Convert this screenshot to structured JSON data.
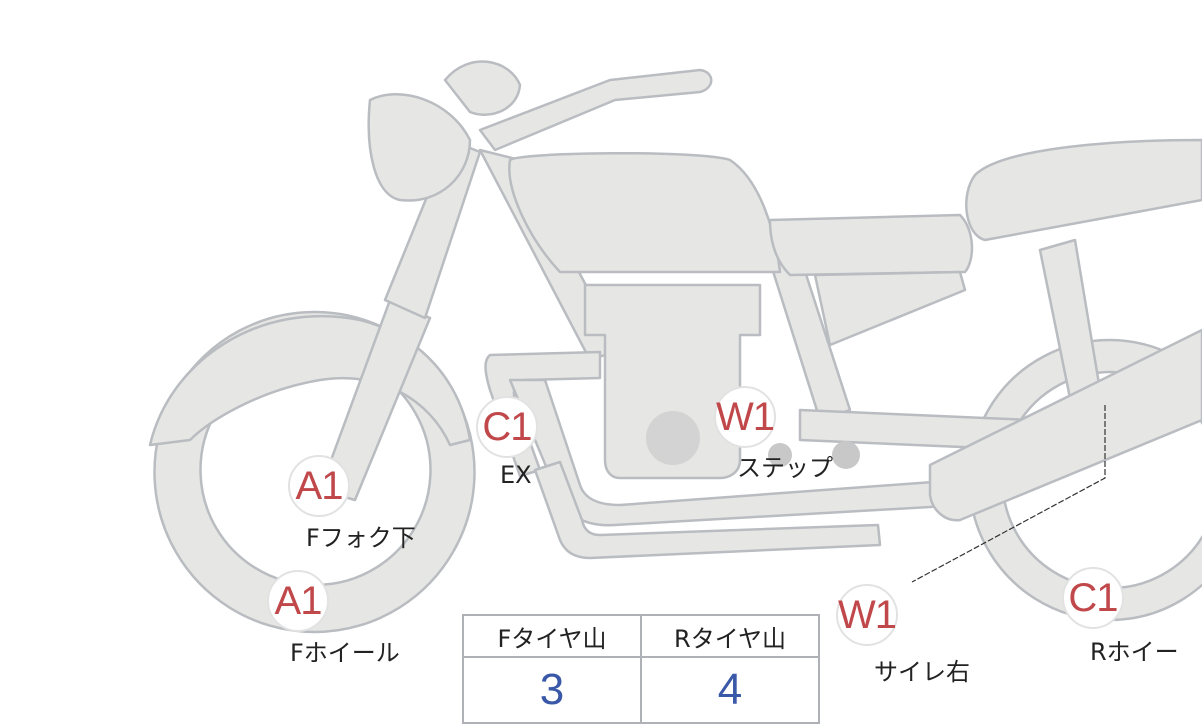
{
  "colors": {
    "body_fill": "#e6e6e4",
    "body_stroke": "#b9bcc0",
    "marker_text": "#c0474a",
    "value_text": "#3a58a8"
  },
  "markers": [
    {
      "code": "A1",
      "label": "Fフォク下"
    },
    {
      "code": "A1",
      "label": "Fホイール"
    },
    {
      "code": "C1",
      "label": "EX"
    },
    {
      "code": "W1",
      "label": "ステップ"
    },
    {
      "code": "W1",
      "label": "サイレ右"
    },
    {
      "code": "C1",
      "label": "Rホイー"
    }
  ],
  "tire_table": {
    "headers": [
      "Fタイヤ山",
      "Rタイヤ山"
    ],
    "values": [
      "3",
      "4"
    ]
  }
}
